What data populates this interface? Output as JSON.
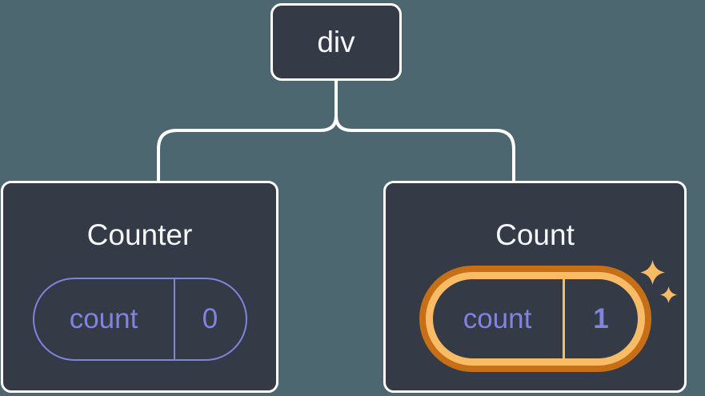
{
  "diagram": {
    "background_color": "#4d6770",
    "node_fill_color": "#343a46",
    "connector_color": "#ffffff",
    "accent_purple": "#8184de",
    "highlight_orange_dark": "#c76f16",
    "highlight_orange_light": "#f9bc66",
    "root": {
      "label": "div"
    },
    "children": [
      {
        "title": "Counter",
        "highlighted": false,
        "state": {
          "key": "count",
          "value": "0"
        }
      },
      {
        "title": "Count",
        "highlighted": true,
        "sparkles": true,
        "state": {
          "key": "count",
          "value": "1"
        }
      }
    ]
  }
}
